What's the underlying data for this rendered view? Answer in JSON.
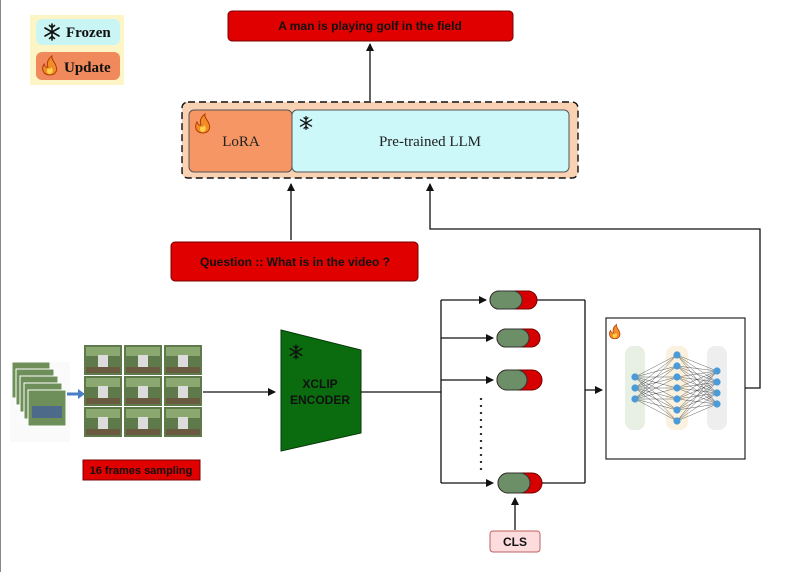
{
  "legend": {
    "frozen_label": "Frozen",
    "update_label": "Update",
    "frozen_icon": "snowflake-icon",
    "update_icon": "flame-icon"
  },
  "output_text": "A man is playing golf in the field",
  "llm_block": {
    "lora_label": "LoRA",
    "llm_label": "Pre-trained LLM"
  },
  "question_text": "Question :: What is in the video ?",
  "frames_label": "16 frames sampling",
  "encoder_label_line1": "XCLIP",
  "encoder_label_line2": "ENCODER",
  "cls_label": "CLS",
  "colors": {
    "red_box": "#e00000",
    "frozen_fill": "#c9f5f5",
    "update_fill": "#f08a5d",
    "llm_fill": "#ccf8fa",
    "lora_fill": "#f59664",
    "outer_block": "#f9d2b4",
    "encoder": "#0b6b0f",
    "token_green": "#6c8f67",
    "token_red": "#d60000",
    "cls_fill": "#fcdcdc",
    "node_blue": "#4a9bd8"
  }
}
